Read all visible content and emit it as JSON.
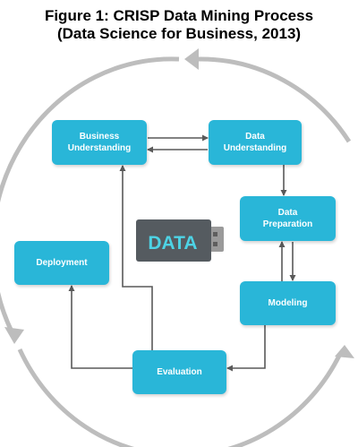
{
  "title": {
    "line1": "Figure 1: CRISP Data Mining Process",
    "line2": "(Data Science for Business, 2013)"
  },
  "colors": {
    "box": "#29B6D8",
    "cycle_ring": "#BDBDBD",
    "flow_arrow": "#595959",
    "usb_body": "#555B60",
    "usb_text": "#4DD3E5",
    "usb_plug": "#9A9A9A"
  },
  "nodes": {
    "business": "Business\nUnderstanding",
    "data_understanding": "Data\nUnderstanding",
    "preparation": "Data\nPreparation",
    "modeling": "Modeling",
    "evaluation": "Evaluation",
    "deployment": "Deployment"
  },
  "center_icon": {
    "label": "DATA",
    "icon": "usb-drive-icon"
  }
}
